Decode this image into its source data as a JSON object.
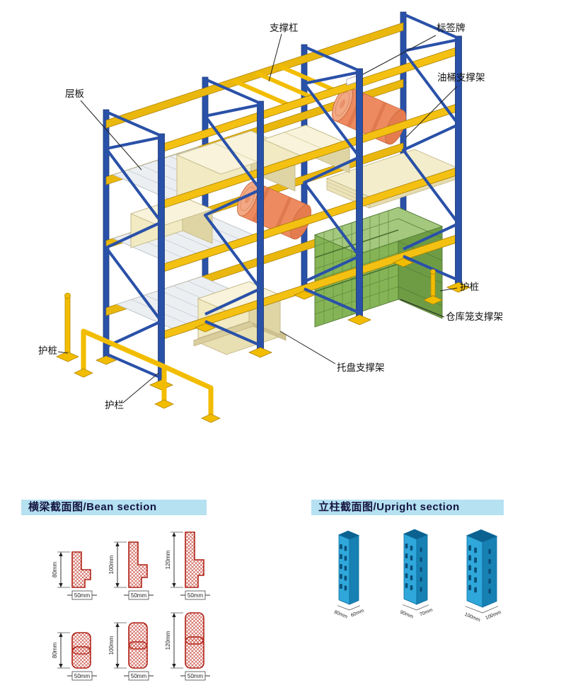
{
  "illustration": {
    "callouts": {
      "support_bar": "支撑杠",
      "label_plate": "标签牌",
      "drum_support": "油桶支撑架",
      "shelf_panel": "层板",
      "guard_post_right": "护桩",
      "cage_support": "仓库笼支撑架",
      "pallet_support": "托盘支撑架",
      "guard_post_left": "护桩",
      "guard_rail": "护栏"
    }
  },
  "sections": {
    "beam": {
      "title": "横梁截面图/Bean section",
      "profiles": [
        {
          "height": "80mm",
          "width": "50mm"
        },
        {
          "height": "100mm",
          "width": "50mm"
        },
        {
          "height": "120mm",
          "width": "50mm"
        },
        {
          "height": "80mm",
          "width": "50mm"
        },
        {
          "height": "100mm",
          "width": "50mm"
        },
        {
          "height": "120mm",
          "width": "50mm"
        }
      ]
    },
    "upright": {
      "title": "立柱截面图/Upright section",
      "profiles": [
        {
          "front": "80mm",
          "side": "60mm"
        },
        {
          "front": "90mm",
          "side": "70mm"
        },
        {
          "front": "100mm",
          "side": "100mm"
        }
      ]
    }
  },
  "colors": {
    "frame_blue": "#2a51a8",
    "beam_yellow": "#f4c113",
    "drum_orange": "#ee8a5f",
    "cage_green": "#85b457",
    "box_cream": "#f1eac2",
    "panel_header_bg": "#b5e1f1",
    "profile_red": "#b02318",
    "upright_cyan": "#2fa7da"
  }
}
